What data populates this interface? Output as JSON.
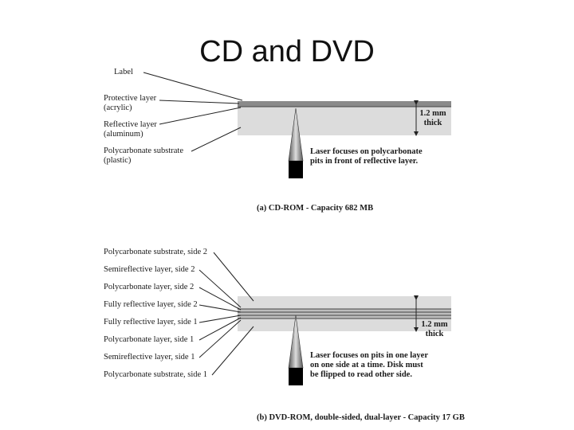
{
  "title": "CD and DVD",
  "cd": {
    "labels": {
      "label": "Label",
      "protective_1": "Protective layer",
      "protective_2": "(acrylic)",
      "reflective_1": "Reflective layer",
      "reflective_2": "(aluminum)",
      "substrate_1": "Polycarbonate substrate",
      "substrate_2": "(plastic)"
    },
    "thickness_1": "1.2 mm",
    "thickness_2": "thick",
    "laser_note_1": "Laser focuses on polycarbonate",
    "laser_note_2": "pits in front of reflective layer.",
    "caption": "(a) CD-ROM - Capacity 682 MB"
  },
  "dvd": {
    "labels": [
      "Polycarbonate substrate, side 2",
      "Semireflective layer, side 2",
      "Polycarbonate layer, side 2",
      "Fully reflective layer, side 2",
      "Fully reflective layer, side 1",
      "Polycarbonate layer, side 1",
      "Semireflective layer, side 1",
      "Polycarbonate substrate, side 1"
    ],
    "thickness_1": "1.2 mm",
    "thickness_2": "thick",
    "laser_note_1": "Laser focuses on pits in one layer",
    "laser_note_2": "on one side at a time. Disk must",
    "laser_note_3": "be flipped to read other side.",
    "caption": "(b) DVD-ROM, double-sided, dual-layer - Capacity 17 GB"
  }
}
